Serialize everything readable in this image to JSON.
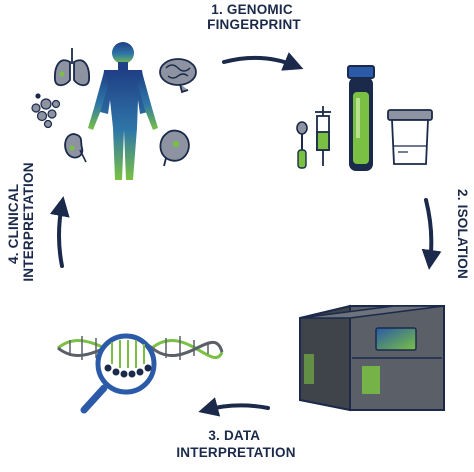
{
  "steps": [
    {
      "lines": [
        "1. GENOMIC",
        "FINGERPRINT"
      ]
    },
    {
      "lines": [
        "2. ISOLATION"
      ]
    },
    {
      "lines": [
        "3. DATA",
        "INTERPRETATION"
      ]
    },
    {
      "lines": [
        "4. CLINICAL",
        "INTERPRETATION"
      ]
    }
  ],
  "colors": {
    "navy": "#1b2a4a",
    "green": "#7ac143",
    "blue": "#2a5aa8",
    "instrument": "#5a5f68"
  },
  "icons": [
    "human-figure-icon",
    "lungs-icon",
    "brain-icon",
    "kidney-icon",
    "stomach-icon",
    "cells-icon",
    "swab-icon",
    "syringe-icon",
    "blood-tube-icon",
    "sample-cup-icon",
    "sequencer-icon",
    "dna-helix-icon",
    "magnifier-icon"
  ]
}
